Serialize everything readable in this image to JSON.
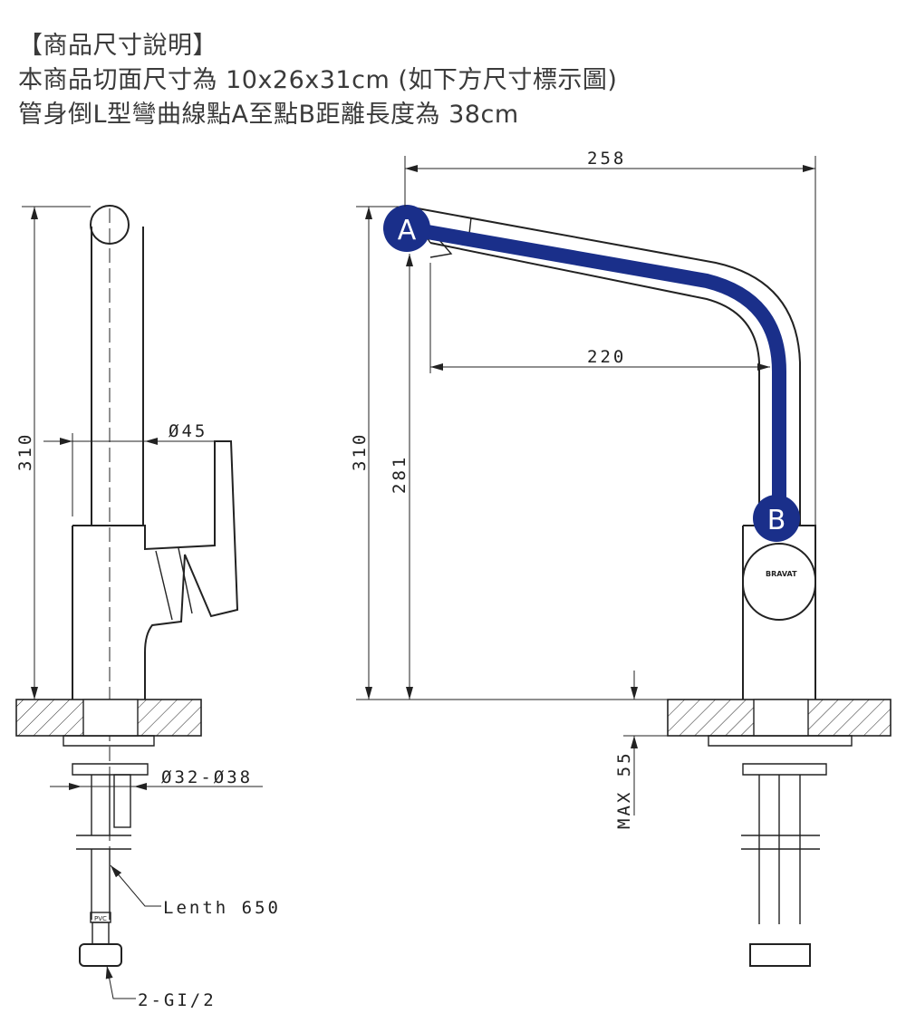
{
  "header": {
    "title": "【商品尺寸說明】",
    "line1": "本商品切面尺寸為 10x26x31cm (如下方尺寸標示圖)",
    "line2": "管身倒L型彎曲線點A至點B距離長度為 38cm"
  },
  "left_view": {
    "height_label": "310",
    "diameter_label": "Ø45",
    "hole_label": "Ø32-Ø38",
    "hose_label": "Lenth 650",
    "connector_label": "2-GI/2",
    "hose_tag": "PVC"
  },
  "right_view": {
    "width_label": "258",
    "reach_label": "220",
    "height_label": "310",
    "spout_height_label": "281",
    "max_thickness_label": "MAX 55",
    "point_a": "A",
    "point_b": "B",
    "brand": "BRAVAT"
  },
  "colors": {
    "curve": "#1a2f8a",
    "line": "#222222"
  }
}
